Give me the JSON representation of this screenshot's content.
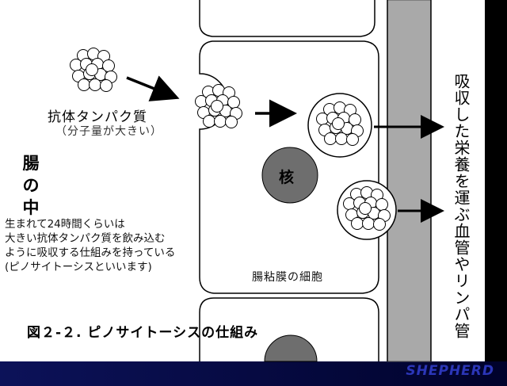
{
  "protein": {
    "label": "抗体タンパク質",
    "sublabel": "（分子量が大きい）"
  },
  "intestine_label": "腸の中",
  "nucleus_label": "核",
  "description": [
    "生まれて24時間くらいは",
    "大きい抗体タンパク質を飲み込む",
    "ように吸収する仕組みを持っている",
    "(ピノサイトーシスといいます)"
  ],
  "cell_label": "腸粘膜の細胞",
  "vertical_label": "吸収した栄養を運ぶ血管やリンパ管",
  "caption": "図２-２. ピノサイトーシスの仕組み",
  "logo": "SHEPHERD",
  "colors": {
    "footer": "#0c1259",
    "vessel": "#a9a9a9",
    "nucleus": "#6e6e6e",
    "logo": "#2b36b8"
  }
}
